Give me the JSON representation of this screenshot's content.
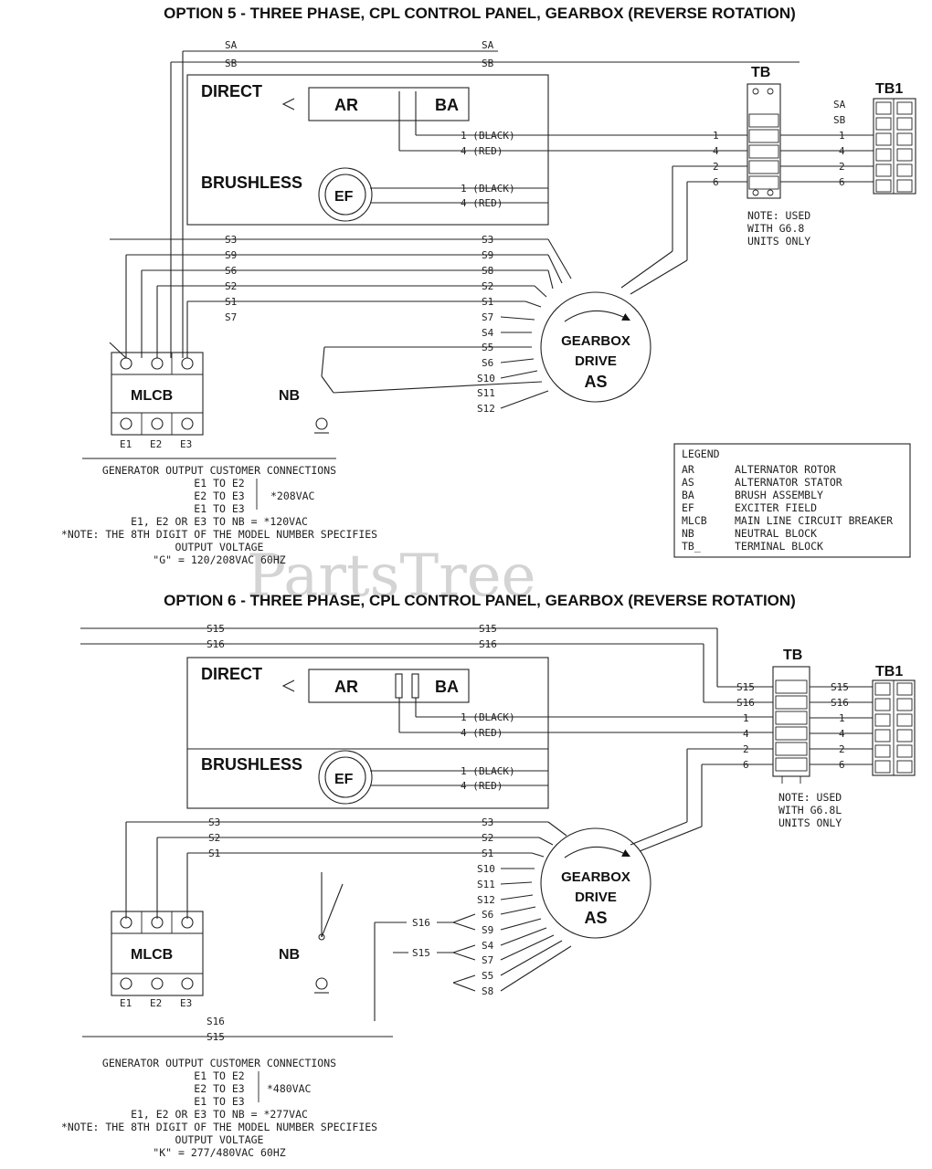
{
  "watermark": "PartsTree",
  "option5": {
    "title": "OPTION 5 - THREE PHASE, CPL CONTROL PANEL, GEARBOX (REVERSE ROTATION)",
    "direct": "DIRECT",
    "brushless": "BRUSHLESS",
    "ar": "AR",
    "ba": "BA",
    "ef": "EF",
    "tb": "TB",
    "tb1": "TB1",
    "gearbox_line1": "GEARBOX",
    "gearbox_line2": "DRIVE",
    "gearbox_line3": "AS",
    "mlcb": "MLCB",
    "nb": "NB",
    "wires": {
      "sa": "SA",
      "sb": "SB",
      "s3": "S3",
      "s9": "S9",
      "s6": "S6",
      "s2": "S2",
      "s1": "S1",
      "s7": "S7",
      "s8": "S8",
      "s4": "S4",
      "s5": "S5",
      "s10": "S10",
      "s11": "S11",
      "s12": "S12"
    },
    "ba_wires": {
      "w1": "1 (BLACK)",
      "w4": "4 (RED)"
    },
    "ef_wires": {
      "w1": "1 (BLACK)",
      "w4": "4 (RED)"
    },
    "tb_left": [
      "1",
      "4",
      "2",
      "6"
    ],
    "tb1_left": [
      "SA",
      "SB",
      "1",
      "4",
      "2",
      "6"
    ],
    "terminals": [
      "E1",
      "E2",
      "E3"
    ],
    "tb_note": [
      "NOTE: USED",
      "WITH G6.8",
      "UNITS ONLY"
    ],
    "customer_note": [
      "GENERATOR OUTPUT CUSTOMER CONNECTIONS",
      "E1 TO E2",
      "E2 TO E3",
      "E1 TO E3",
      "*208VAC",
      "E1, E2 OR E3 TO NB = *120VAC",
      "*NOTE: THE 8TH DIGIT OF THE MODEL NUMBER SPECIFIES",
      "OUTPUT VOLTAGE",
      "\"G\" = 120/208VAC 60HZ"
    ],
    "legend": {
      "title": "LEGEND",
      "items": [
        {
          "code": "AR",
          "desc": "ALTERNATOR ROTOR"
        },
        {
          "code": "AS",
          "desc": "ALTERNATOR STATOR"
        },
        {
          "code": "BA",
          "desc": "BRUSH ASSEMBLY"
        },
        {
          "code": "EF",
          "desc": "EXCITER FIELD"
        },
        {
          "code": "MLCB",
          "desc": "MAIN LINE CIRCUIT BREAKER"
        },
        {
          "code": "NB",
          "desc": "NEUTRAL BLOCK"
        },
        {
          "code": "TB_",
          "desc": "TERMINAL BLOCK"
        }
      ]
    }
  },
  "option6": {
    "title": "OPTION 6 - THREE PHASE, CPL CONTROL PANEL, GEARBOX (REVERSE ROTATION)",
    "direct": "DIRECT",
    "brushless": "BRUSHLESS",
    "ar": "AR",
    "ba": "BA",
    "ef": "EF",
    "tb": "TB",
    "tb1": "TB1",
    "gearbox_line1": "GEARBOX",
    "gearbox_line2": "DRIVE",
    "gearbox_line3": "AS",
    "mlcb": "MLCB",
    "nb": "NB",
    "wires": {
      "s15": "S15",
      "s16": "S16",
      "s3": "S3",
      "s2": "S2",
      "s1": "S1",
      "s10": "S10",
      "s11": "S11",
      "s12": "S12",
      "s6": "S6",
      "s9": "S9",
      "s4": "S4",
      "s7": "S7",
      "s5": "S5",
      "s8": "S8"
    },
    "ba_wires": {
      "w1": "1 (BLACK)",
      "w4": "4 (RED)"
    },
    "ef_wires": {
      "w1": "1 (BLACK)",
      "w4": "4 (RED)"
    },
    "tb_left": [
      "S15",
      "S16",
      "1",
      "4",
      "2",
      "6"
    ],
    "tb1_left": [
      "S15",
      "S16",
      "1",
      "4",
      "2",
      "6"
    ],
    "terminals": [
      "E1",
      "E2",
      "E3"
    ],
    "tb_note": [
      "NOTE: USED",
      "WITH G6.8L",
      "UNITS ONLY"
    ],
    "customer_note": [
      "GENERATOR OUTPUT CUSTOMER CONNECTIONS",
      "E1 TO E2",
      "E2 TO E3",
      "E1 TO E3",
      "*480VAC",
      "E1, E2 OR E3 TO NB = *277VAC",
      "*NOTE: THE 8TH DIGIT OF THE MODEL NUMBER SPECIFIES",
      "OUTPUT VOLTAGE",
      "\"K\" = 277/480VAC 60HZ"
    ]
  }
}
